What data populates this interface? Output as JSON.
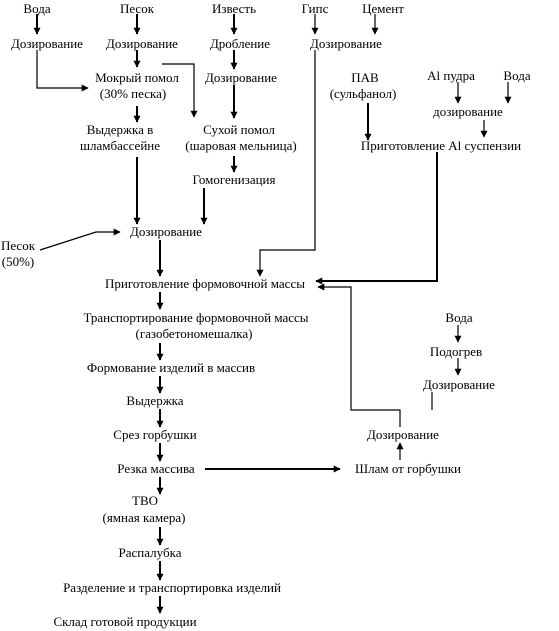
{
  "diagram": {
    "nodes": {
      "voda_top": "Вода",
      "pesok_top": "Песок",
      "izvest": "Известь",
      "gips": "Гипс",
      "cement": "Цемент",
      "doz_voda": "Дозирование",
      "doz_pesok": "Дозирование",
      "droblenie": "Дробление",
      "doz_gips_cement": "Дозирование",
      "mokry_pomol_1": "Мокрый помол",
      "mokry_pomol_2": "(30% песка)",
      "doz_izvest": "Дозирование",
      "pav_1": "ПАВ",
      "pav_2": "(сульфанол)",
      "al_pudra": "Al пудра",
      "voda_al": "Вода",
      "doz_al": "дозирование",
      "vyderzhka_shlam_1": "Выдержка в",
      "vyderzhka_shlam_2": "шламбассейне",
      "sukhoy_pomol_1": "Сухой помол",
      "sukhoy_pomol_2": "(шаровая мельница)",
      "prig_al": "Приготовление Al суспензии",
      "gomogenizaciya": "Гомогенизация",
      "doz_mix": "Дозирование",
      "pesok_50_1": "Песок",
      "pesok_50_2": "(50%)",
      "prig_formovochnoy": "Приготовление формовочной массы",
      "transport_1": "Транспортирование формовочной массы",
      "transport_2": "(газобетономешалка)",
      "voda_right": "Вода",
      "podogrev": "Подогрев",
      "formovanie": "Формование изделий в массив",
      "doz_voda_right": "Дозирование",
      "vyderzhka": "Выдержка",
      "srez": "Срез горбушки",
      "doz_shlam": "Дозирование",
      "rezka": "Резка массива",
      "shlam": "Шлам от горбушки",
      "tvo_1": "ТВО",
      "tvo_2": "(ямная камера)",
      "raspalubka": "Распалубка",
      "razdelenie": "Разделение и транспортировка изделий",
      "sklad": "Склад готовой продукции"
    }
  }
}
